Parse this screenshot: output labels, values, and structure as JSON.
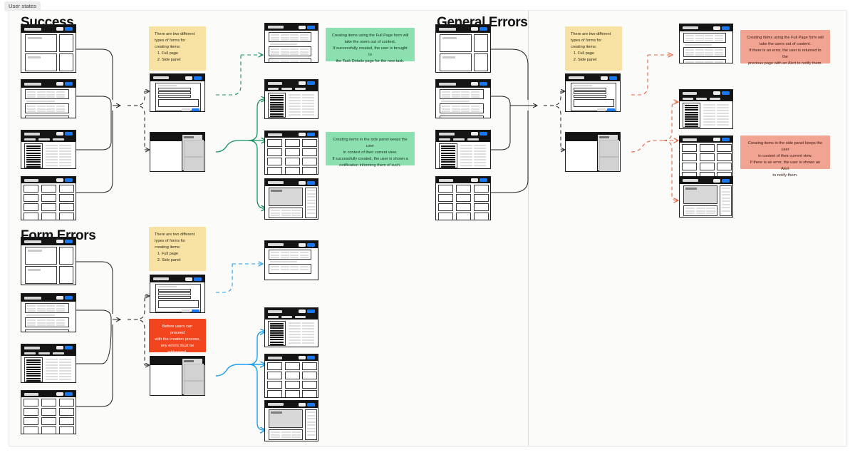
{
  "frame": {
    "tab_label": "User states"
  },
  "sections": {
    "success": {
      "title": "Success"
    },
    "general_errors": {
      "title": "General Errors"
    },
    "form_errors": {
      "title": "Form Errors"
    }
  },
  "notes": {
    "forms_types_success": {
      "intro": "There are two different types of forms for creating items:",
      "item1": "Full page",
      "item2": "Side panel",
      "color": "#f7e2a3"
    },
    "forms_types_general": {
      "intro": "There are two different types of forms for creating items:",
      "item1": "Full page",
      "item2": "Side panel",
      "color": "#f7e2a3"
    },
    "forms_types_form_errors": {
      "intro": "There are two different types of forms for creating items:",
      "item1": "Full page",
      "item2": "Side panel",
      "color": "#f7e2a3"
    },
    "success_full_page": {
      "line1": "Creating items using the Full Page form will",
      "line2": "take the users out of context.",
      "line3": "If successfully created, the user is brought to",
      "line4": "the Task Details page for the new task.",
      "color": "#8ce0af"
    },
    "success_side_panel": {
      "line1": "Creating items in the side panel keeps the user",
      "line2": "in context of their current view.",
      "line3": "If successfully created, the user is shown a",
      "line4": "notification informing them of such.",
      "color": "#8ce0af"
    },
    "general_full_page": {
      "line1": "Creating items using the Full Page form will",
      "line2": "take the users out of content.",
      "line3": "If there is an error, the user is returned to the",
      "line4": "previous page with an Alert to notify them.",
      "color": "#f1a492"
    },
    "general_side_panel": {
      "line1": "Creating items in the side panel keeps the user",
      "line2": "in context of their current view.",
      "line3": "If there is an error, the user is shown an Alert",
      "line4": "to notify them.",
      "color": "#f1a492"
    },
    "form_errors_warning": {
      "line1": "Before users can proceed",
      "line2": "with the creation process,",
      "line3": "any errors must be",
      "line4": "addressed.",
      "color": "#f2451d"
    }
  },
  "connector_colors": {
    "neutral": "#1d1d1d",
    "success": "#12915c",
    "general_error": "#e4603e",
    "form_error": "#1b9ff0"
  },
  "wireframe_names": {
    "cards_dashboard": "cards-dashboard-screen",
    "stacked_table": "stacked-table-screen",
    "sidebar_list": "sidebar-list-screen",
    "tile_grid": "tile-grid-screen",
    "full_page_form": "full-page-form-screen",
    "side_panel_form": "side-panel-form-screen",
    "detail_with_rail": "detail-with-rail-screen"
  }
}
